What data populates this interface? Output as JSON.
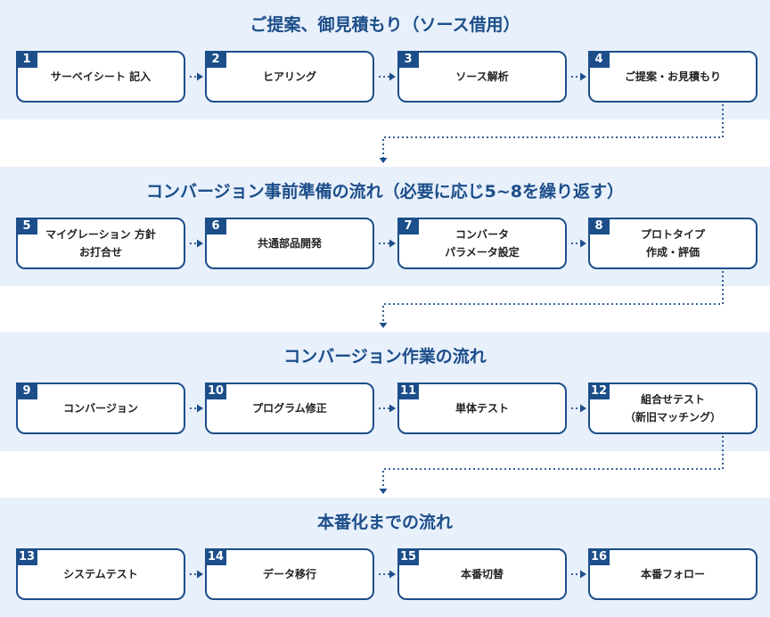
{
  "colors": {
    "accent": "#1c4e8a",
    "band": "#e8f0fb"
  },
  "phases": [
    {
      "title": "ご提案、御見積もり（ソース借用）",
      "steps": [
        {
          "num": "1",
          "lines": [
            "サーベイシート 記入"
          ]
        },
        {
          "num": "2",
          "lines": [
            "ヒアリング"
          ]
        },
        {
          "num": "3",
          "lines": [
            "ソース解析"
          ]
        },
        {
          "num": "4",
          "lines": [
            "ご提案・お見積もり"
          ]
        }
      ]
    },
    {
      "title": "コンバージョン事前準備の流れ（必要に応じ5~8を繰り返す）",
      "steps": [
        {
          "num": "5",
          "lines": [
            "マイグレーション 方針",
            "お打合せ"
          ]
        },
        {
          "num": "6",
          "lines": [
            "共通部品開発"
          ]
        },
        {
          "num": "7",
          "lines": [
            "コンバータ",
            "パラメータ設定"
          ]
        },
        {
          "num": "8",
          "lines": [
            "プロトタイプ",
            "作成・評価"
          ]
        }
      ]
    },
    {
      "title": "コンバージョン作業の流れ",
      "steps": [
        {
          "num": "9",
          "lines": [
            "コンバージョン"
          ]
        },
        {
          "num": "10",
          "lines": [
            "プログラム修正"
          ]
        },
        {
          "num": "11",
          "lines": [
            "単体テスト"
          ]
        },
        {
          "num": "12",
          "lines": [
            "組合せテスト",
            "（新旧マッチング）"
          ]
        }
      ]
    },
    {
      "title": "本番化までの流れ",
      "steps": [
        {
          "num": "13",
          "lines": [
            "システムテスト"
          ]
        },
        {
          "num": "14",
          "lines": [
            "データ移行"
          ]
        },
        {
          "num": "15",
          "lines": [
            "本番切替"
          ]
        },
        {
          "num": "16",
          "lines": [
            "本番フォロー"
          ]
        }
      ]
    }
  ]
}
